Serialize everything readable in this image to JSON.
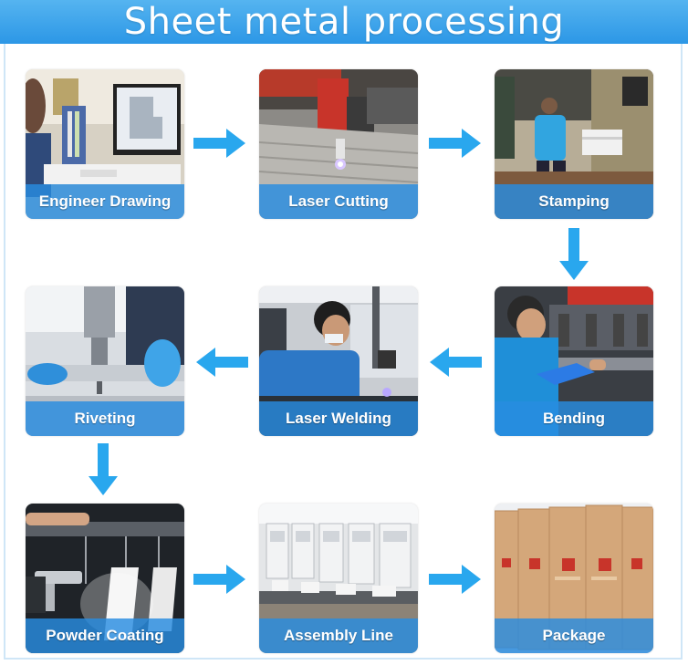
{
  "title": "Sheet metal processing",
  "steps": [
    {
      "label": "Engineer Drawing"
    },
    {
      "label": "Laser Cutting"
    },
    {
      "label": "Stamping"
    },
    {
      "label": "Bending"
    },
    {
      "label": "Laser Welding"
    },
    {
      "label": "Riveting"
    },
    {
      "label": "Powder Coating"
    },
    {
      "label": "Assembly Line"
    },
    {
      "label": "Package"
    }
  ],
  "colors": {
    "banner": "#2c97e6",
    "arrow": "#29a7ee",
    "caption": "#288ce1"
  },
  "arrow_icon": "flow-arrow-icon"
}
